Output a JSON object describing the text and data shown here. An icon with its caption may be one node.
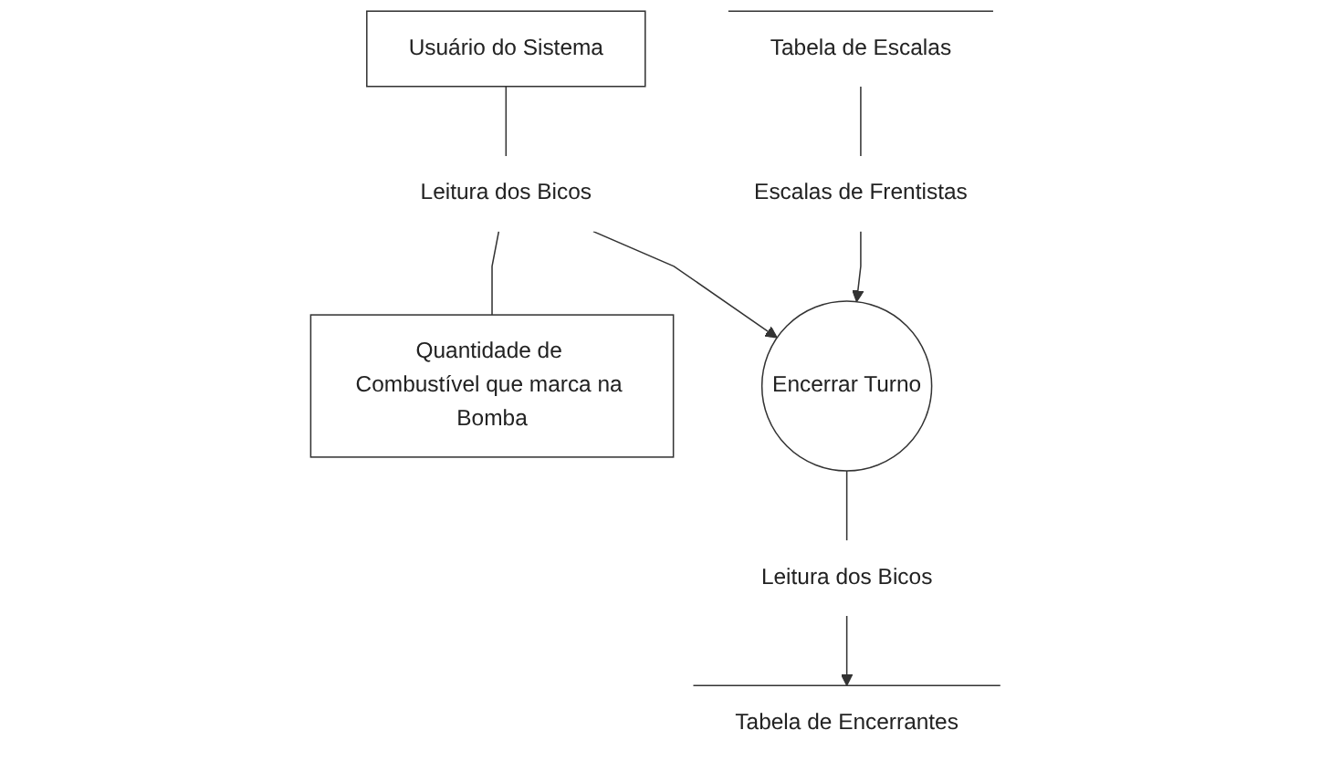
{
  "diagram": {
    "nodes": [
      {
        "text": [
          "Usuário do Sistema"
        ]
      },
      {
        "text": [
          "Leitura dos Bicos"
        ]
      },
      {
        "text": [
          "Quantidade de Combustível que marca na Bomba"
        ]
      },
      {
        "text": [
          "Escalas de Frentistas"
        ]
      },
      {
        "text": [
          "Encerrar Turno"
        ]
      },
      {
        "text": [
          "Leitura dos Bicos"
        ]
      },
      {
        "text": [
          "Tabela de Escalas"
        ]
      },
      {
        "text": [
          "Tabela de Encerrantes"
        ]
      }
    ],
    "edges": [
      {
        "from": 0,
        "to": 1,
        "arrow": "none"
      },
      {
        "from": 1,
        "to": 2,
        "arrow": "none"
      },
      {
        "from": 1,
        "to": 4,
        "arrow": "to"
      },
      {
        "from": 3,
        "to": 4,
        "arrow": "to"
      },
      {
        "from": 6,
        "to": 3,
        "arrow": "none"
      },
      {
        "from": 4,
        "to": 5,
        "arrow": "none"
      },
      {
        "from": 5,
        "to": 7,
        "arrow": "to"
      }
    ]
  }
}
